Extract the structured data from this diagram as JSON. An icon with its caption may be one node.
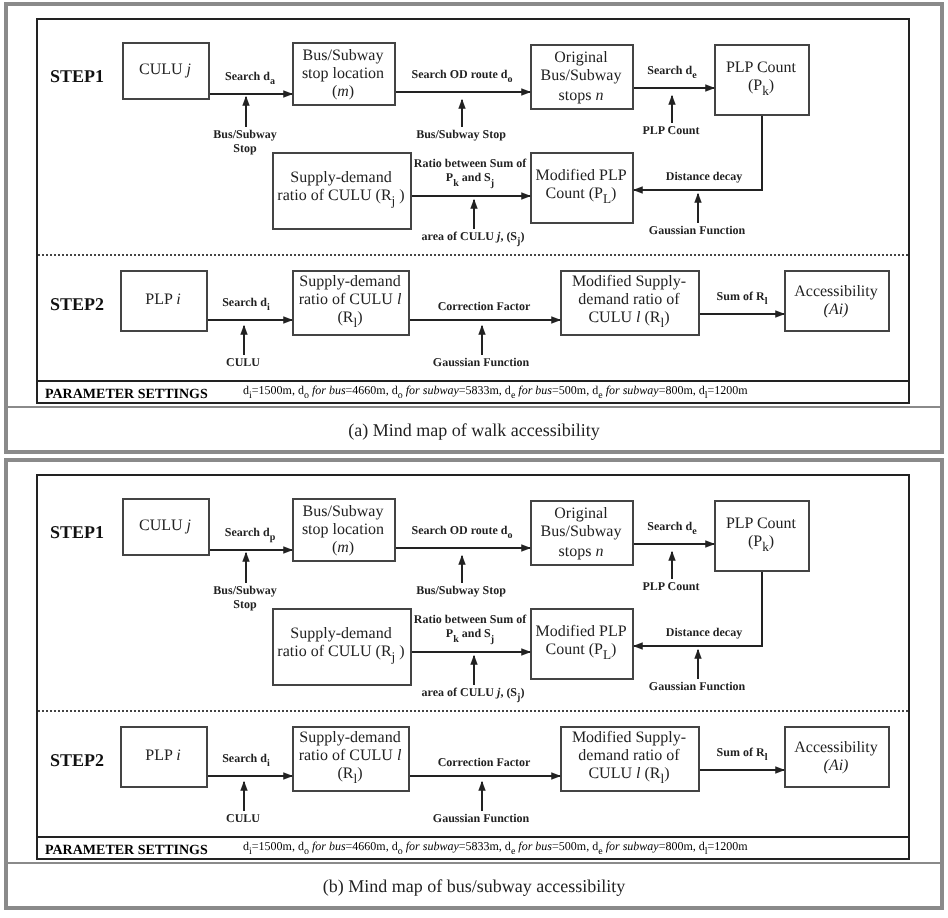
{
  "diagram": {
    "nodes": [
      {
        "text": [],
        "shape": "box"
      },
      {
        "text": [
          "STEP1",
          "STEP2"
        ],
        "in": 0
      },
      {
        "text": [
          "CULU *j*"
        ],
        "in": 1
      },
      {
        "text": [
          "Bus/Subway stop location (*m*)"
        ],
        "in": 1
      },
      {
        "text": [
          "Original Bus/Subway stops *n*"
        ],
        "in": 1
      },
      {
        "text": [
          "PLP Count (P$_{k}$)"
        ],
        "in": 1
      },
      {
        "text": [
          "Supply-demand ratio of CULU (R$_{j}$ )"
        ],
        "in": 1
      },
      {
        "text": [
          "Modified PLP Count (P$_{L}$)"
        ],
        "in": 1
      },
      {
        "text": [
          "PLP *i*"
        ],
        "in": 1
      },
      {
        "text": [
          "Supply-demand ratio of CULU *l* (R$_{l}$)"
        ],
        "in": 1
      },
      {
        "text": [
          "Modified Supply-demand ratio of CULU *l* (R$_{l}$)"
        ],
        "in": 1
      },
      {
        "text": [
          "Accessibility *(Ai)*"
        ],
        "in": 1
      },
      {
        "text": [
          "PARAMETER SETTINGS",
          "d$_{i}$=1500m, d$_{o}$ *for bus*=4660m, d$_{o}$ *for subway*=5833m, d$_{e}$ *for bus*=500m, d$_{e}$ *for subway*=800m, d$_{l}$=1200m"
        ],
        "in": 1
      },
      {
        "text": [
          "Bus/Subway Stop"
        ],
        "in": 1
      },
      {
        "text": [
          "Bus/Subway Stop"
        ],
        "in": 1
      },
      {
        "text": [
          "PLP Count"
        ],
        "in": 1
      },
      {
        "text": [
          "area of CULU *j*, (S$_{j}$)"
        ],
        "in": 1
      },
      {
        "text": [
          "Gaussian Function"
        ],
        "in": 1
      },
      {
        "text": [
          "CULU"
        ],
        "in": 1
      },
      {
        "text": [
          "Gaussian Function"
        ],
        "in": 1
      },
      {
        "text": [],
        "shape": "box"
      },
      {
        "text": [
          "STEP1",
          "STEP2"
        ],
        "in": 20
      },
      {
        "text": [
          "CULU *j*"
        ],
        "in": 21
      },
      {
        "text": [
          "Bus/Subway stop location (*m*)"
        ],
        "in": 21
      },
      {
        "text": [
          "Original Bus/Subway stops *n*"
        ],
        "in": 21
      },
      {
        "text": [
          "PLP Count (P$_{k}$)"
        ],
        "in": 21
      },
      {
        "text": [
          "Supply-demand ratio of CULU (R$_{j}$ )"
        ],
        "in": 21
      },
      {
        "text": [
          "Modified PLP Count (P$_{L}$)"
        ],
        "in": 21
      },
      {
        "text": [
          "PLP *i*"
        ],
        "in": 21
      },
      {
        "text": [
          "Supply-demand ratio of CULU *l* (R$_{l}$)"
        ],
        "in": 21
      },
      {
        "text": [
          "Modified Supply-demand ratio of CULU *l* (R$_{l}$)"
        ],
        "in": 21
      },
      {
        "text": [
          "Accessibility *(Ai)*"
        ],
        "in": 21
      },
      {
        "text": [
          "PARAMETER SETTINGS",
          "d$_{i}$=1500m, d$_{o}$ *for bus*=4660m, d$_{o}$ *for subway*=5833m, d$_{e}$ *for bus*=500m, d$_{e}$ *for subway*=800m, d$_{l}$=1200m"
        ],
        "in": 21
      },
      {
        "text": [
          "Bus/Subway Stop"
        ],
        "in": 21
      },
      {
        "text": [
          "Bus/Subway Stop"
        ],
        "in": 21
      },
      {
        "text": [
          "PLP Count"
        ],
        "in": 21
      },
      {
        "text": [
          "area of CULU *j*, (S$_{j}$)"
        ],
        "in": 21
      },
      {
        "text": [
          "Gaussian Function"
        ],
        "in": 21
      },
      {
        "text": [
          "CULU"
        ],
        "in": 21
      },
      {
        "text": [
          "Gaussian Function"
        ],
        "in": 21
      }
    ],
    "edges": [
      {
        "from": 2,
        "to": 3,
        "arrow": "to",
        "label": "Search d$_{a}$"
      },
      {
        "from": 3,
        "to": 4,
        "arrow": "to",
        "label": "Search OD route d$_{o}$"
      },
      {
        "from": 4,
        "to": 5,
        "arrow": "to",
        "label": "Search d$_{e}$"
      },
      {
        "from": 5,
        "to": 7,
        "arrow": "to",
        "label": "Distance decay"
      },
      {
        "from": 6,
        "to": 7,
        "arrow": "to",
        "label": "Ratio between Sum of P$_{k}$ and S$_{j}$"
      },
      {
        "from": 8,
        "to": 9,
        "arrow": "to",
        "label": "Search d$_{i}$"
      },
      {
        "from": 9,
        "to": 10,
        "arrow": "to",
        "label": "Correction Factor"
      },
      {
        "from": 10,
        "to": 11,
        "arrow": "to",
        "label": "Sum of R$_{l}$"
      },
      {
        "from": 13,
        "to": null,
        "arrow": "to"
      },
      {
        "from": 14,
        "to": null,
        "arrow": "to"
      },
      {
        "from": 15,
        "to": null,
        "arrow": "to"
      },
      {
        "from": 16,
        "to": null,
        "arrow": "to"
      },
      {
        "from": 17,
        "to": null,
        "arrow": "to"
      },
      {
        "from": 18,
        "to": null,
        "arrow": "to"
      },
      {
        "from": 19,
        "to": null,
        "arrow": "to"
      },
      {
        "from": 22,
        "to": 23,
        "arrow": "to",
        "label": "Search d$_{p}$"
      },
      {
        "from": 23,
        "to": 24,
        "arrow": "to",
        "label": "Search OD route d$_{o}$"
      },
      {
        "from": 24,
        "to": 25,
        "arrow": "to",
        "label": "Search d$_{e}$"
      },
      {
        "from": 25,
        "to": 27,
        "arrow": "to",
        "label": "Distance decay"
      },
      {
        "from": 26,
        "to": 27,
        "arrow": "to",
        "label": "Ratio between Sum of P$_{k}$ and S$_{j}$"
      },
      {
        "from": 28,
        "to": 29,
        "arrow": "to",
        "label": "Search d$_{i}$"
      },
      {
        "from": 29,
        "to": 30,
        "arrow": "to",
        "label": "Correction Factor"
      },
      {
        "from": 30,
        "to": 31,
        "arrow": "to",
        "label": "Sum of R$_{l}$"
      },
      {
        "from": 33,
        "to": null,
        "arrow": "to"
      },
      {
        "from": 34,
        "to": null,
        "arrow": "to"
      },
      {
        "from": 35,
        "to": null,
        "arrow": "to"
      },
      {
        "from": 36,
        "to": null,
        "arrow": "to"
      },
      {
        "from": 37,
        "to": null,
        "arrow": "to"
      },
      {
        "from": 38,
        "to": null,
        "arrow": "to"
      },
      {
        "from": 39,
        "to": null,
        "arrow": "to"
      }
    ],
    "labels": [
      "(a) Mind map of walk accessibility",
      "(b) Mind map of bus/subway accessibility"
    ]
  }
}
